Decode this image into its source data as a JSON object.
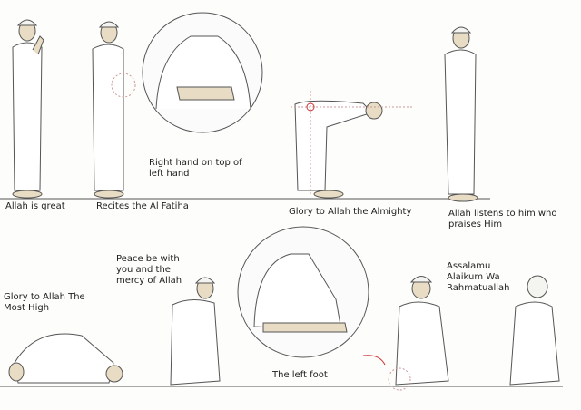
{
  "colors": {
    "background": "#fdfdfb",
    "robe": "#ffffff",
    "outline": "#555555",
    "cap": "#f4f4f0",
    "skin": "#e9dcc4",
    "text": "#1e1e1e"
  },
  "top_row": {
    "steps": [
      {
        "label": "Allah is great"
      },
      {
        "label": "Recites the Al Fatiha"
      },
      {
        "label": "Glory to Allah the Almighty"
      },
      {
        "label": "Allah listens to him who praises Him"
      }
    ],
    "inset_caption": "Right hand on top of left hand"
  },
  "bottom_row": {
    "steps": [
      {
        "label": "Glory to Allah The Most High"
      },
      {
        "label": "Peace be with you and the mercy of Allah"
      },
      {
        "label": "Assalamu Alaikum Wa Rahmatuallah"
      }
    ],
    "inset_caption": "The left foot"
  }
}
